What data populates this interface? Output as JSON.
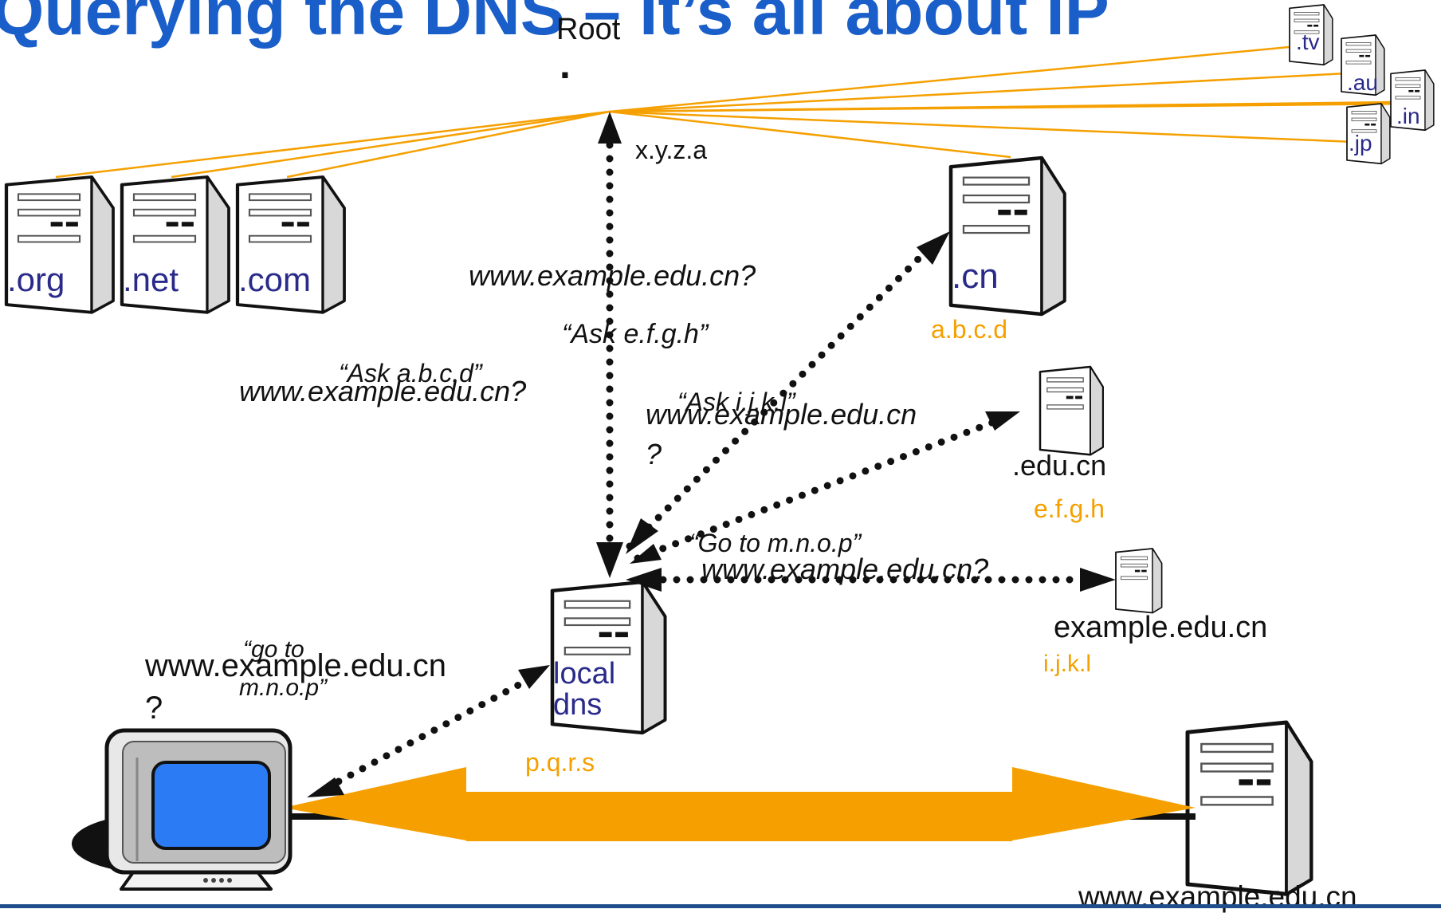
{
  "title": "Querying the DNS – It’s all about IP",
  "root": {
    "label": "Root",
    "dot": ".",
    "ip": "x.y.z.a"
  },
  "tld_left": [
    ".org",
    ".net",
    ".com"
  ],
  "tld_right": [
    ".tv",
    ".au",
    ".in",
    ".jp"
  ],
  "cn": {
    "label": ".cn",
    "ip": "a.b.c.d"
  },
  "educn": {
    "label": ".edu.cn",
    "ip": "e.f.g.h"
  },
  "examplecn": {
    "label": "example.edu.cn",
    "ip": "i.j.k.l"
  },
  "localdns": {
    "label_line1": "local",
    "label_line2": "dns",
    "ip": "p.q.r.s"
  },
  "webserver": {
    "label": "www.example.edu.cn"
  },
  "queries": {
    "root_query": "www.example.edu.cn?",
    "root_reply": "“Ask a.b.c.d”",
    "cn_query": "www.example.edu.cn?",
    "cn_reply": "“Ask e.f.g.h”",
    "edu_query_line1": "www.example.edu.cn",
    "edu_query_line2": "?",
    "edu_reply": "“Ask i.j.k.l”",
    "example_query": "www.example.edu.cn?",
    "example_reply": "“Go to m.n.o.p”",
    "client_query_line1": "www.example.edu.cn",
    "client_query_line2": "?",
    "client_reply_line1": "“go to",
    "client_reply_line2": "m.n.o.p”"
  },
  "colors": {
    "title": "#1a5ec9",
    "accent": "#f5a000",
    "server_label": "#2a2a8a",
    "screen": "#2b7bf5"
  }
}
